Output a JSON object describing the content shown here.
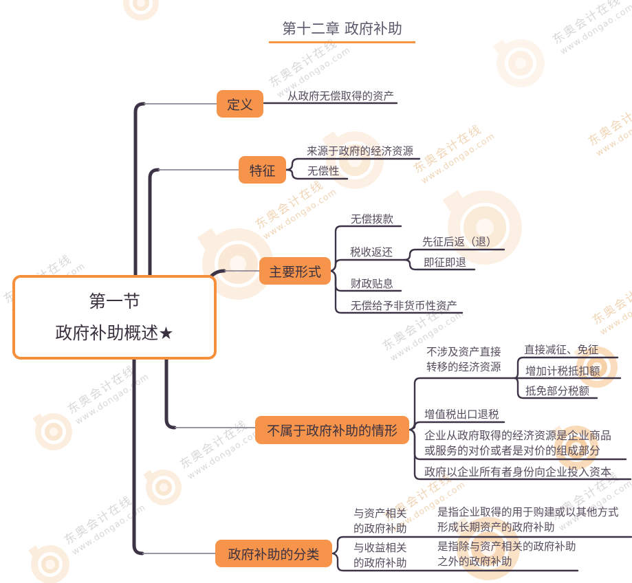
{
  "chapter_title": "第十二章 政府补助",
  "root": {
    "text": "第一节\n政府补助概述★"
  },
  "nodes": {
    "def_label": "定义",
    "def_child": "从政府无偿取得的资产",
    "feat_label": "特征",
    "feat_c1": "来源于政府的经济资源",
    "feat_c2": "无偿性",
    "form_label": "主要形式",
    "form_c1": "无偿拨款",
    "form_c2": "税收返还",
    "form_c2_1": "先征后返（退）",
    "form_c2_2": "即征即退",
    "form_c3": "财政贴息",
    "form_c4": "无偿给予非货币性资产",
    "not_label": "不属于政府补助的情形",
    "not_c1": "不涉及资产直接\n转移的经济资源",
    "not_c1_1": "直接减征、免征",
    "not_c1_2": "增加计税抵扣额",
    "not_c1_3": "抵免部分税额",
    "not_c2": "增值税出口退税",
    "not_c3": "企业从政府取得的经济资源是企业商品\n或服务的对价或者是对价的组成部分",
    "not_c4": "政府以企业所有者身份向企业投入资本",
    "cls_label": "政府补助的分类",
    "cls_c1": "与资产相关\n的政府补助",
    "cls_c1_desc": "是指企业取得的用于购建或以其他方式\n形成长期资产的政府补助",
    "cls_c2": "与收益相关\n的政府补助",
    "cls_c2_desc": "是指除与资产相关的政府补助\n之外的政府补助"
  },
  "watermark": {
    "brand": "东奥会计在线",
    "url": "www.dongao.com"
  },
  "colors": {
    "topic_fill": "#f6944b",
    "root_border": "#f68f3c",
    "title_rule": "#f7953e",
    "trunk_line": "#3d3347",
    "thin_line": "#8c8694",
    "leaf_text": "#544c5e",
    "title_text": "#5b5a6c",
    "watermark_gray": "#d9d6d9",
    "watermark_orange": "#f0d4b4"
  }
}
